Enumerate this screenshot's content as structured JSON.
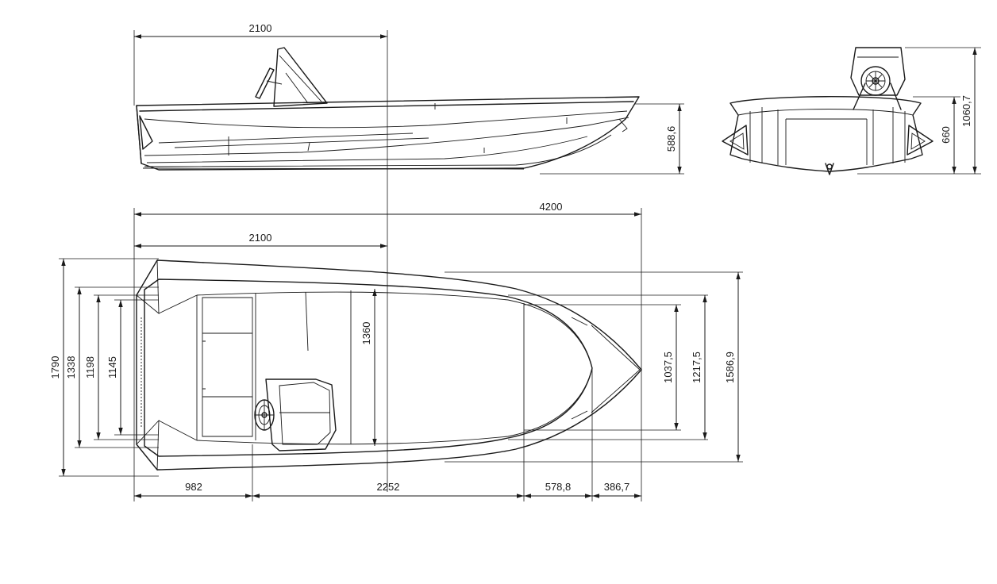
{
  "side_view": {
    "dim_length_to_console": "2100",
    "dim_height": "588,6"
  },
  "front_view": {
    "dim_freeboard": "660",
    "dim_total_height": "1060,7"
  },
  "plan_view": {
    "dim_overall_length": "4200",
    "dim_length_to_console": "2100",
    "dim_beam_inner": "1360",
    "dim_beam_overall": "1790",
    "dim_transom_1": "1338",
    "dim_transom_2": "1198",
    "dim_transom_3": "1145",
    "dim_bow_1": "1037,5",
    "dim_bow_2": "1217,5",
    "dim_bow_3": "1586,9",
    "dim_seg_1": "982",
    "dim_seg_2": "2252",
    "dim_seg_3": "578,8",
    "dim_seg_4": "386,7"
  }
}
